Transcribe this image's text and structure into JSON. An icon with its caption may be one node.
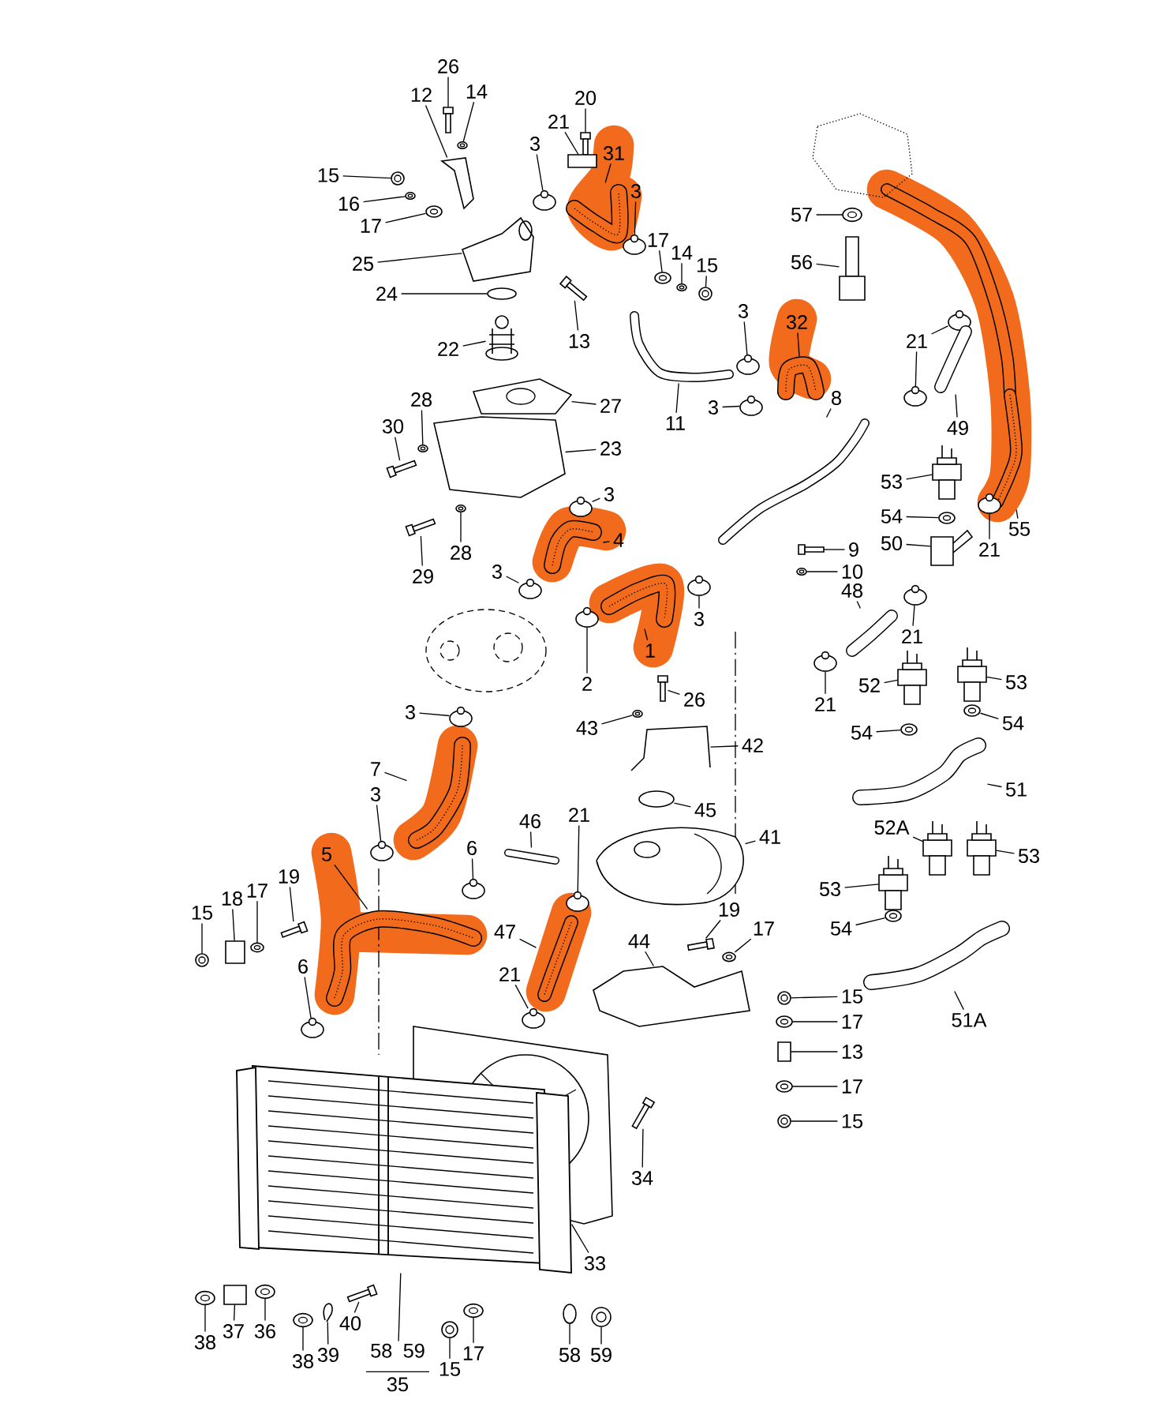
{
  "diagram": {
    "nodes": [
      {
        "text": [
          "26"
        ]
      },
      {
        "text": [
          "14"
        ]
      },
      {
        "text": [
          "12"
        ]
      },
      {
        "text": [
          "20"
        ]
      },
      {
        "text": [
          "21"
        ]
      },
      {
        "text": [
          "31"
        ]
      },
      {
        "text": [
          "3"
        ]
      },
      {
        "text": [
          "15"
        ]
      },
      {
        "text": [
          "3"
        ]
      },
      {
        "text": [
          "16"
        ]
      },
      {
        "text": [
          "57"
        ]
      },
      {
        "text": [
          "17"
        ]
      },
      {
        "text": [
          "17"
        ]
      },
      {
        "text": [
          "25"
        ]
      },
      {
        "text": [
          "56"
        ]
      },
      {
        "text": [
          "14"
        ]
      },
      {
        "text": [
          "15"
        ]
      },
      {
        "text": [
          "24"
        ]
      },
      {
        "text": [
          "3"
        ]
      },
      {
        "text": [
          "32"
        ]
      },
      {
        "text": [
          "21"
        ]
      },
      {
        "text": [
          "13"
        ]
      },
      {
        "text": [
          "22"
        ]
      },
      {
        "text": [
          "27"
        ]
      },
      {
        "text": [
          "28"
        ]
      },
      {
        "text": [
          "8"
        ]
      },
      {
        "text": [
          "11"
        ]
      },
      {
        "text": [
          "30"
        ]
      },
      {
        "text": [
          "49"
        ]
      },
      {
        "text": [
          "23"
        ]
      },
      {
        "text": [
          "53"
        ]
      },
      {
        "text": [
          "3"
        ]
      },
      {
        "text": [
          "3"
        ]
      },
      {
        "text": [
          "54"
        ]
      },
      {
        "text": [
          "55"
        ]
      },
      {
        "text": [
          "9"
        ]
      },
      {
        "text": [
          "4"
        ]
      },
      {
        "text": [
          "50"
        ]
      },
      {
        "text": [
          "21"
        ]
      },
      {
        "text": [
          "10"
        ]
      },
      {
        "text": [
          "28"
        ]
      },
      {
        "text": [
          "3"
        ]
      },
      {
        "text": [
          "29"
        ]
      },
      {
        "text": [
          "48"
        ]
      },
      {
        "text": [
          "3"
        ]
      },
      {
        "text": [
          "21"
        ]
      },
      {
        "text": [
          "1"
        ]
      },
      {
        "text": [
          "2"
        ]
      },
      {
        "text": [
          "52"
        ]
      },
      {
        "text": [
          "53"
        ]
      },
      {
        "text": [
          "26"
        ]
      },
      {
        "text": [
          "21"
        ]
      },
      {
        "text": [
          "3"
        ]
      },
      {
        "text": [
          "43"
        ]
      },
      {
        "text": [
          "54"
        ]
      },
      {
        "text": [
          "54"
        ]
      },
      {
        "text": [
          "42"
        ]
      },
      {
        "text": [
          "7"
        ]
      },
      {
        "text": [
          "51"
        ]
      },
      {
        "text": [
          "3"
        ]
      },
      {
        "text": [
          "45"
        ]
      },
      {
        "text": [
          "46"
        ]
      },
      {
        "text": [
          "21"
        ]
      },
      {
        "text": [
          "52A"
        ]
      },
      {
        "text": [
          "41"
        ]
      },
      {
        "text": [
          "6"
        ]
      },
      {
        "text": [
          "5"
        ]
      },
      {
        "text": [
          "53"
        ]
      },
      {
        "text": [
          "19"
        ]
      },
      {
        "text": [
          "17"
        ]
      },
      {
        "text": [
          "18"
        ]
      },
      {
        "text": [
          "53"
        ]
      },
      {
        "text": [
          "15"
        ]
      },
      {
        "text": [
          "19"
        ]
      },
      {
        "text": [
          "17"
        ]
      },
      {
        "text": [
          "54"
        ]
      },
      {
        "text": [
          "47"
        ]
      },
      {
        "text": [
          "44"
        ]
      },
      {
        "text": [
          "6"
        ]
      },
      {
        "text": [
          "21"
        ]
      },
      {
        "text": [
          "15"
        ]
      },
      {
        "text": [
          "51A"
        ]
      },
      {
        "text": [
          "17"
        ]
      },
      {
        "text": [
          "13"
        ]
      },
      {
        "text": [
          "17"
        ]
      },
      {
        "text": [
          "15"
        ]
      },
      {
        "text": [
          "34"
        ]
      },
      {
        "text": [
          "33"
        ]
      },
      {
        "text": [
          "37"
        ]
      },
      {
        "text": [
          "36"
        ]
      },
      {
        "text": [
          "38"
        ]
      },
      {
        "text": [
          "40"
        ]
      },
      {
        "text": [
          "39"
        ]
      },
      {
        "text": [
          "38"
        ]
      },
      {
        "text": [
          "58",
          "59",
          "35"
        ]
      },
      {
        "text": [
          "17"
        ]
      },
      {
        "text": [
          "58"
        ]
      },
      {
        "text": [
          "59"
        ]
      },
      {
        "text": [
          "15"
        ]
      },
      {
        "text": [],
        "shape": "box"
      },
      {
        "text": [],
        "shape": "picture"
      },
      {
        "text": [],
        "shape": "picture"
      },
      {
        "text": [],
        "shape": "box"
      },
      {
        "text": [],
        "shape": "box"
      },
      {
        "text": [],
        "shape": "picture"
      },
      {
        "text": [],
        "shape": "circle"
      },
      {
        "text": [],
        "shape": "picture"
      },
      {
        "text": [],
        "shape": "circle"
      },
      {
        "text": [],
        "shape": "picture"
      },
      {
        "text": [],
        "shape": "picture"
      },
      {
        "text": [],
        "shape": "picture"
      },
      {
        "text": [],
        "shape": "picture"
      },
      {
        "text": [],
        "shape": "picture"
      },
      {
        "text": [],
        "shape": "picture"
      },
      {
        "text": [],
        "shape": "picture"
      },
      {
        "text": [],
        "shape": "picture"
      },
      {
        "text": [],
        "shape": "circle"
      },
      {
        "text": [],
        "shape": "circle"
      },
      {
        "text": [],
        "shape": "picture"
      },
      {
        "text": [],
        "shape": "circle"
      },
      {
        "text": [],
        "shape": "circle"
      },
      {
        "text": [],
        "shape": "box"
      },
      {
        "text": [],
        "shape": "picture"
      },
      {
        "text": [],
        "shape": "picture"
      },
      {
        "text": [],
        "shape": "picture"
      },
      {
        "text": [],
        "shape": "picture"
      },
      {
        "text": [],
        "shape": "picture"
      },
      {
        "text": [],
        "shape": "box"
      },
      {
        "text": [],
        "shape": "picture"
      },
      {
        "text": [],
        "shape": "picture"
      },
      {
        "text": [],
        "shape": "picture"
      },
      {
        "text": [],
        "shape": "circle"
      },
      {
        "text": [],
        "shape": "circle"
      },
      {
        "text": [],
        "shape": "picture"
      },
      {
        "text": [],
        "shape": "picture"
      },
      {
        "text": [],
        "shape": "box"
      },
      {
        "text": [],
        "shape": "picture"
      },
      {
        "text": [],
        "shape": "picture"
      },
      {
        "text": [],
        "shape": "circle"
      },
      {
        "text": [],
        "shape": "picture"
      },
      {
        "text": [],
        "shape": "picture"
      },
      {
        "text": [],
        "shape": "circle"
      },
      {
        "text": [],
        "shape": "box"
      },
      {
        "text": [],
        "shape": "picture"
      },
      {
        "text": [],
        "shape": "circle"
      },
      {
        "text": [],
        "shape": "circle"
      },
      {
        "text": [],
        "shape": "picture"
      },
      {
        "text": [],
        "shape": "circle"
      },
      {
        "text": [],
        "shape": "picture"
      },
      {
        "text": [],
        "shape": "picture"
      },
      {
        "text": [],
        "shape": "box"
      },
      {
        "text": [],
        "shape": "circle"
      },
      {
        "text": [],
        "shape": "circle"
      },
      {
        "text": [],
        "shape": "picture"
      },
      {
        "text": [],
        "shape": "picture"
      },
      {
        "text": [],
        "shape": "picture"
      },
      {
        "text": [],
        "shape": "picture"
      },
      {
        "text": [],
        "shape": "picture"
      },
      {
        "text": [],
        "shape": "picture"
      },
      {
        "text": [],
        "shape": "circle"
      },
      {
        "text": [],
        "shape": "circle"
      },
      {
        "text": [],
        "shape": "picture"
      },
      {
        "text": [],
        "shape": "circle"
      },
      {
        "text": [],
        "shape": "picture"
      },
      {
        "text": [],
        "shape": "picture"
      },
      {
        "text": [],
        "shape": "circle"
      },
      {
        "text": [],
        "shape": "picture"
      },
      {
        "text": [],
        "shape": "picture"
      },
      {
        "text": [],
        "shape": "box"
      },
      {
        "text": [],
        "shape": "picture"
      },
      {
        "text": [],
        "shape": "box"
      },
      {
        "text": [],
        "shape": "picture"
      },
      {
        "text": [],
        "shape": "picture"
      },
      {
        "text": [],
        "shape": "box"
      },
      {
        "text": [],
        "shape": "picture"
      },
      {
        "text": [],
        "shape": "picture"
      },
      {
        "text": [],
        "shape": "picture"
      },
      {
        "text": [],
        "shape": "picture"
      },
      {
        "text": [],
        "shape": "circle"
      },
      {
        "text": [],
        "shape": "circle"
      },
      {
        "text": [],
        "shape": "picture"
      },
      {
        "text": [],
        "shape": "picture"
      },
      {
        "text": [],
        "shape": "picture"
      },
      {
        "text": [],
        "shape": "box"
      },
      {
        "text": [],
        "shape": "picture"
      },
      {
        "text": [],
        "shape": "picture"
      },
      {
        "text": [],
        "shape": "box"
      },
      {
        "text": [],
        "shape": "picture"
      },
      {
        "text": [],
        "shape": "box"
      },
      {
        "text": [],
        "shape": "picture"
      },
      {
        "text": [],
        "shape": "picture"
      },
      {
        "text": [],
        "shape": "box"
      },
      {
        "text": [],
        "shape": "picture"
      },
      {
        "text": [],
        "shape": "picture"
      },
      {
        "text": [],
        "shape": "picture"
      },
      {
        "text": [],
        "shape": "picture"
      },
      {
        "text": [],
        "shape": "circle"
      },
      {
        "text": [],
        "shape": "picture"
      },
      {
        "text": [],
        "shape": "picture"
      }
    ],
    "edges": [
      {
        "from": 0,
        "to": 99,
        "arrow": "none"
      },
      {
        "from": 1,
        "to": 100,
        "arrow": "none"
      },
      {
        "from": 2,
        "to": 101,
        "arrow": "none"
      },
      {
        "from": 3,
        "to": 102,
        "arrow": "none"
      },
      {
        "from": 4,
        "to": 103,
        "arrow": "none"
      },
      {
        "from": 5,
        "to": 104,
        "arrow": "none"
      },
      {
        "from": 6,
        "to": 105,
        "arrow": "none"
      },
      {
        "from": 7,
        "to": 106,
        "arrow": "none"
      },
      {
        "from": 8,
        "to": 107,
        "arrow": "none"
      },
      {
        "from": 9,
        "to": 108,
        "arrow": "none"
      },
      {
        "from": 10,
        "to": 109,
        "arrow": "none"
      },
      {
        "from": 11,
        "to": 110,
        "arrow": "none"
      },
      {
        "from": 12,
        "to": 111,
        "arrow": "none"
      },
      {
        "from": 13,
        "to": 112,
        "arrow": "none"
      },
      {
        "from": 14,
        "to": 113,
        "arrow": "none"
      },
      {
        "from": 15,
        "to": 114,
        "arrow": "none"
      },
      {
        "from": 16,
        "to": 115,
        "arrow": "none"
      },
      {
        "from": 17,
        "to": 116,
        "arrow": "none"
      },
      {
        "from": 18,
        "to": 117,
        "arrow": "none"
      },
      {
        "from": 19,
        "to": 118,
        "arrow": "none"
      },
      {
        "from": 20,
        "to": 119,
        "arrow": "none"
      },
      {
        "from": 20,
        "to": 120,
        "arrow": "none"
      },
      {
        "from": 21,
        "to": 121,
        "arrow": "none"
      },
      {
        "from": 22,
        "to": 122,
        "arrow": "none"
      },
      {
        "from": 23,
        "to": 123,
        "arrow": "none"
      },
      {
        "from": 24,
        "to": 124,
        "arrow": "none"
      },
      {
        "from": 25,
        "to": 125,
        "arrow": "none"
      },
      {
        "from": 26,
        "to": 126,
        "arrow": "none"
      },
      {
        "from": 27,
        "to": 127,
        "arrow": "none"
      },
      {
        "from": 28,
        "to": 128,
        "arrow": "none"
      },
      {
        "from": 29,
        "to": 129,
        "arrow": "none"
      },
      {
        "from": 30,
        "to": 130,
        "arrow": "none"
      },
      {
        "from": 31,
        "to": 131,
        "arrow": "none"
      },
      {
        "from": 32,
        "to": 132,
        "arrow": "none"
      },
      {
        "from": 33,
        "to": 133,
        "arrow": "none"
      },
      {
        "from": 34,
        "to": 134,
        "arrow": "none"
      },
      {
        "from": 35,
        "to": 135,
        "arrow": "none"
      },
      {
        "from": 36,
        "to": 136,
        "arrow": "none"
      },
      {
        "from": 37,
        "to": 137,
        "arrow": "none"
      },
      {
        "from": 38,
        "to": 138,
        "arrow": "none"
      },
      {
        "from": 39,
        "to": 139,
        "arrow": "none"
      },
      {
        "from": 40,
        "to": 140,
        "arrow": "none"
      },
      {
        "from": 41,
        "to": 141,
        "arrow": "none"
      },
      {
        "from": 42,
        "to": 142,
        "arrow": "none"
      },
      {
        "from": 43,
        "to": 143,
        "arrow": "none"
      },
      {
        "from": 44,
        "to": 144,
        "arrow": "none"
      },
      {
        "from": 45,
        "to": 145,
        "arrow": "none"
      },
      {
        "from": 46,
        "to": 146,
        "arrow": "none"
      },
      {
        "from": 47,
        "to": 147,
        "arrow": "none"
      },
      {
        "from": 48,
        "to": 148,
        "arrow": "none"
      },
      {
        "from": 49,
        "to": 149,
        "arrow": "none"
      },
      {
        "from": 50,
        "to": 150,
        "arrow": "none"
      },
      {
        "from": 51,
        "to": 151,
        "arrow": "none"
      },
      {
        "from": 52,
        "to": 152,
        "arrow": "none"
      },
      {
        "from": 53,
        "to": 153,
        "arrow": "none"
      },
      {
        "from": 54,
        "to": 154,
        "arrow": "none"
      },
      {
        "from": 55,
        "to": 155,
        "arrow": "none"
      },
      {
        "from": 56,
        "to": 156,
        "arrow": "none"
      },
      {
        "from": 57,
        "to": 157,
        "arrow": "none"
      },
      {
        "from": 58,
        "to": 158,
        "arrow": "none"
      },
      {
        "from": 59,
        "to": 159,
        "arrow": "none"
      },
      {
        "from": 60,
        "to": 160,
        "arrow": "none"
      },
      {
        "from": 61,
        "to": 161,
        "arrow": "none"
      },
      {
        "from": 62,
        "to": 162,
        "arrow": "none"
      },
      {
        "from": 63,
        "to": 163,
        "arrow": "none"
      },
      {
        "from": 64,
        "to": 164,
        "arrow": "none"
      },
      {
        "from": 65,
        "to": 165,
        "arrow": "none"
      },
      {
        "from": 66,
        "to": 166,
        "arrow": "none"
      },
      {
        "from": 67,
        "to": 167,
        "arrow": "none"
      },
      {
        "from": 68,
        "to": 168,
        "arrow": "none"
      },
      {
        "from": 69,
        "to": 169,
        "arrow": "none"
      },
      {
        "from": 70,
        "to": 170,
        "arrow": "none"
      },
      {
        "from": 71,
        "to": 171,
        "arrow": "none"
      },
      {
        "from": 72,
        "to": 172,
        "arrow": "none"
      },
      {
        "from": 73,
        "to": 173,
        "arrow": "none"
      },
      {
        "from": 74,
        "to": 174,
        "arrow": "none"
      },
      {
        "from": 75,
        "to": 175,
        "arrow": "none"
      },
      {
        "from": 76,
        "to": 176,
        "arrow": "none"
      },
      {
        "from": 77,
        "to": 177,
        "arrow": "none"
      },
      {
        "from": 78,
        "to": 178,
        "arrow": "none"
      },
      {
        "from": 79,
        "to": 179,
        "arrow": "none"
      },
      {
        "from": 80,
        "to": 180,
        "arrow": "none"
      },
      {
        "from": 81,
        "to": 181,
        "arrow": "none"
      },
      {
        "from": 82,
        "to": 182,
        "arrow": "none"
      },
      {
        "from": 83,
        "to": 183,
        "arrow": "none"
      },
      {
        "from": 84,
        "to": 184,
        "arrow": "none"
      },
      {
        "from": 85,
        "to": 185,
        "arrow": "none"
      },
      {
        "from": 86,
        "to": 186,
        "arrow": "none"
      },
      {
        "from": 87,
        "to": 187,
        "arrow": "none"
      },
      {
        "from": 88,
        "to": 188,
        "arrow": "none"
      },
      {
        "from": 89,
        "to": 189,
        "arrow": "none"
      },
      {
        "from": 90,
        "to": 190,
        "arrow": "none"
      },
      {
        "from": 91,
        "to": 191,
        "arrow": "none"
      },
      {
        "from": 92,
        "to": 192,
        "arrow": "none"
      },
      {
        "from": 93,
        "to": 193,
        "arrow": "none"
      },
      {
        "from": 94,
        "to": 194,
        "arrow": "none"
      },
      {
        "from": 95,
        "to": 195,
        "arrow": "none"
      },
      {
        "from": 96,
        "to": 196,
        "arrow": "none"
      },
      {
        "from": 97,
        "to": 197,
        "arrow": "none"
      },
      {
        "from": 98,
        "to": 198,
        "arrow": "none"
      }
    ]
  }
}
